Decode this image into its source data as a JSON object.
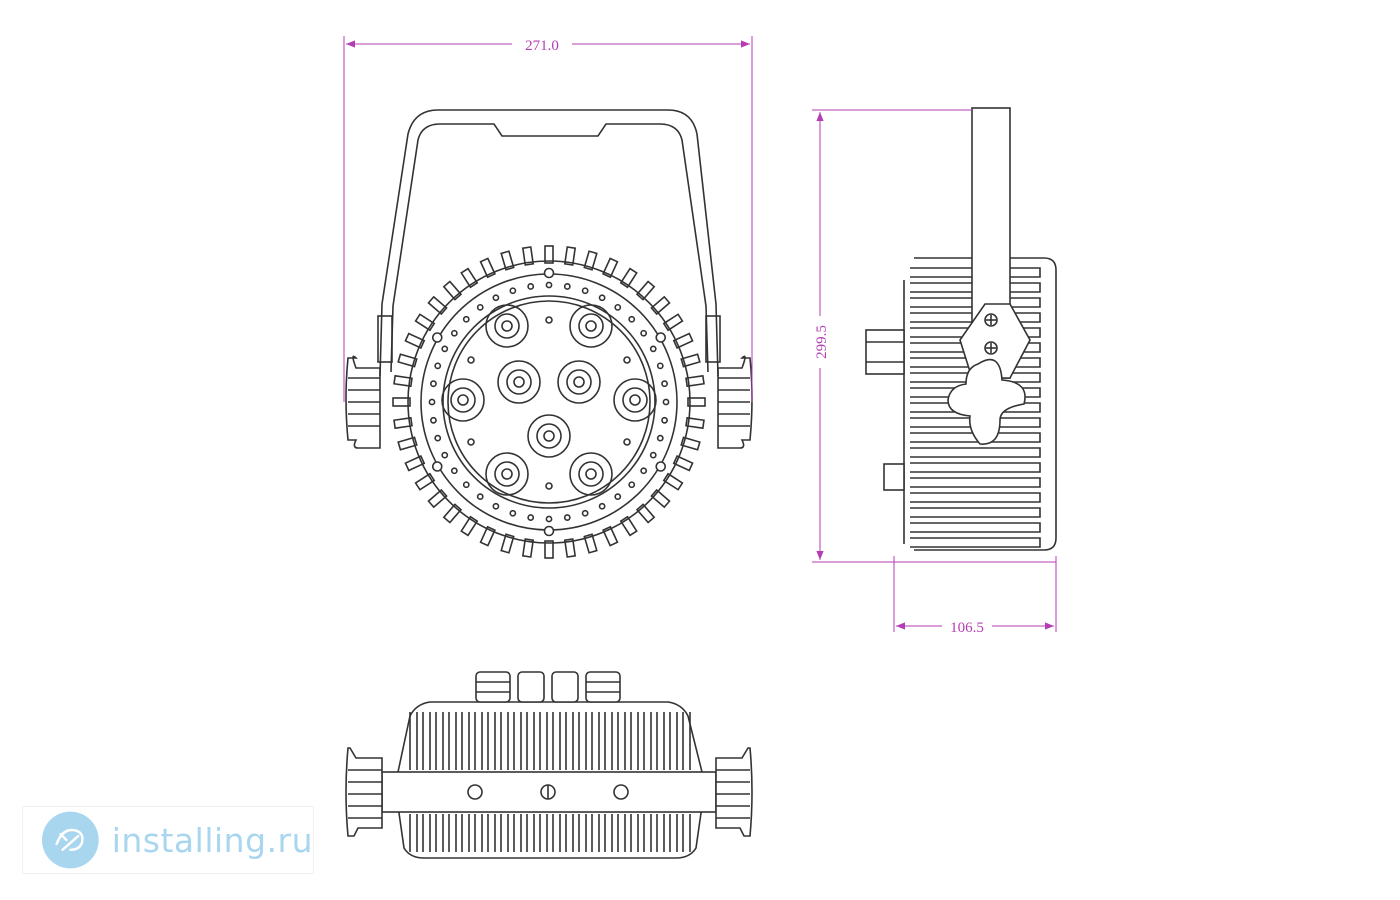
{
  "dimensions": {
    "width": "271.0",
    "height": "299.5",
    "depth": "106.5"
  },
  "watermark": {
    "text": "installing.ru"
  },
  "colors": {
    "line": "#333333",
    "dimension": "#b43cb4",
    "watermark": "#a9d6ef"
  }
}
